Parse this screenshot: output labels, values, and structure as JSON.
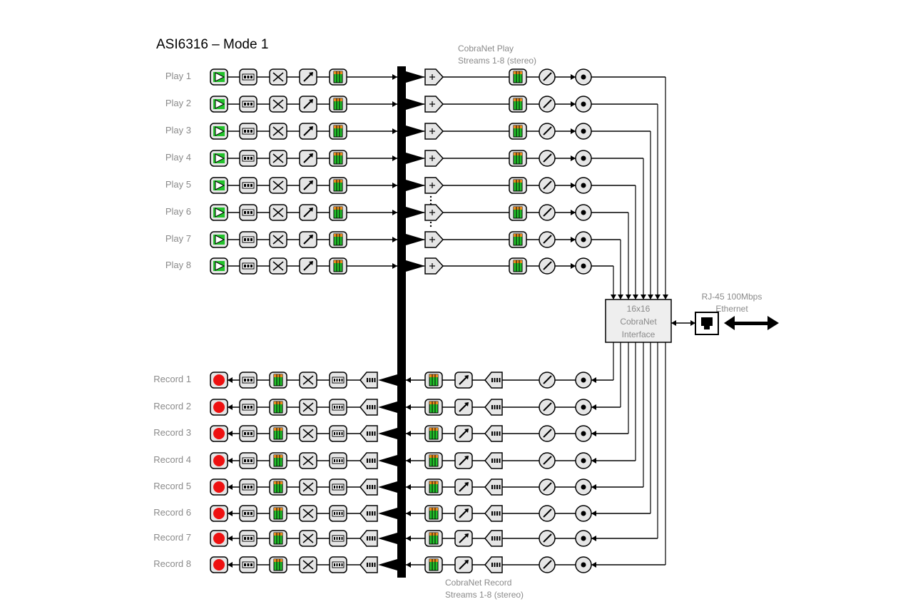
{
  "title": "ASI6316 – Mode 1",
  "play_rows": [
    "Play 1",
    "Play 2",
    "Play 3",
    "Play 4",
    "Play 5",
    "Play 6",
    "Play 7",
    "Play 8"
  ],
  "record_rows": [
    "Record 1",
    "Record 2",
    "Record 3",
    "Record 4",
    "Record 5",
    "Record 6",
    "Record 7",
    "Record 8"
  ],
  "notes": {
    "play_streams_line1": "CobraNet Play",
    "play_streams_line2": "Streams 1-8 (stereo)",
    "record_streams_line1": "CobraNet Record",
    "record_streams_line2": "Streams 1-8 (stereo)",
    "rj45_line1": "RJ-45 100Mbps",
    "rj45_line2": "Ethernet"
  },
  "interface": {
    "line1": "16x16",
    "line2": "CobraNet",
    "line3": "Interface"
  },
  "icons": {
    "play_chain": [
      "play-icon",
      "src-icon",
      "mixer-icon",
      "volume-icon",
      "meter-icon"
    ],
    "play_out_chain": [
      "adder-icon",
      "meter-icon",
      "volume-knob-icon",
      "connector-icon"
    ],
    "record_chain": [
      "record-icon",
      "src-icon",
      "meter-icon",
      "mixer-icon",
      "vox-icon",
      "mux-icon"
    ],
    "record_in_chain": [
      "meter-icon",
      "volume-icon",
      "mux-icon",
      "volume-knob-icon",
      "connector-icon"
    ],
    "rj45": "rj45-icon"
  },
  "colors": {
    "play_green": "#22c22b",
    "record_red": "#ee1111",
    "meter_orange": "#e88a1a"
  }
}
